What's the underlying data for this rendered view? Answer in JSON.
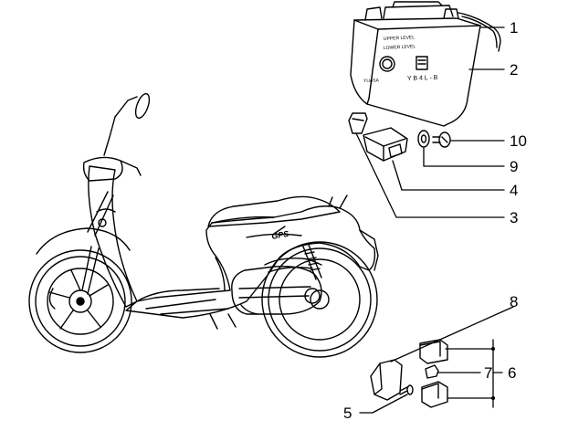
{
  "callouts": {
    "c1": "1",
    "c2": "2",
    "c3": "3",
    "c4": "4",
    "c5": "5",
    "c6": "6",
    "c7": "7",
    "c8": "8",
    "c9": "9",
    "c10": "10"
  },
  "battery_label": {
    "upper_level": "UPPER LEVEL",
    "lower_level": "LOWER LEVEL",
    "model": "Y B 4 L - B",
    "brand": "YUASA"
  },
  "brand_mark": "GPS"
}
